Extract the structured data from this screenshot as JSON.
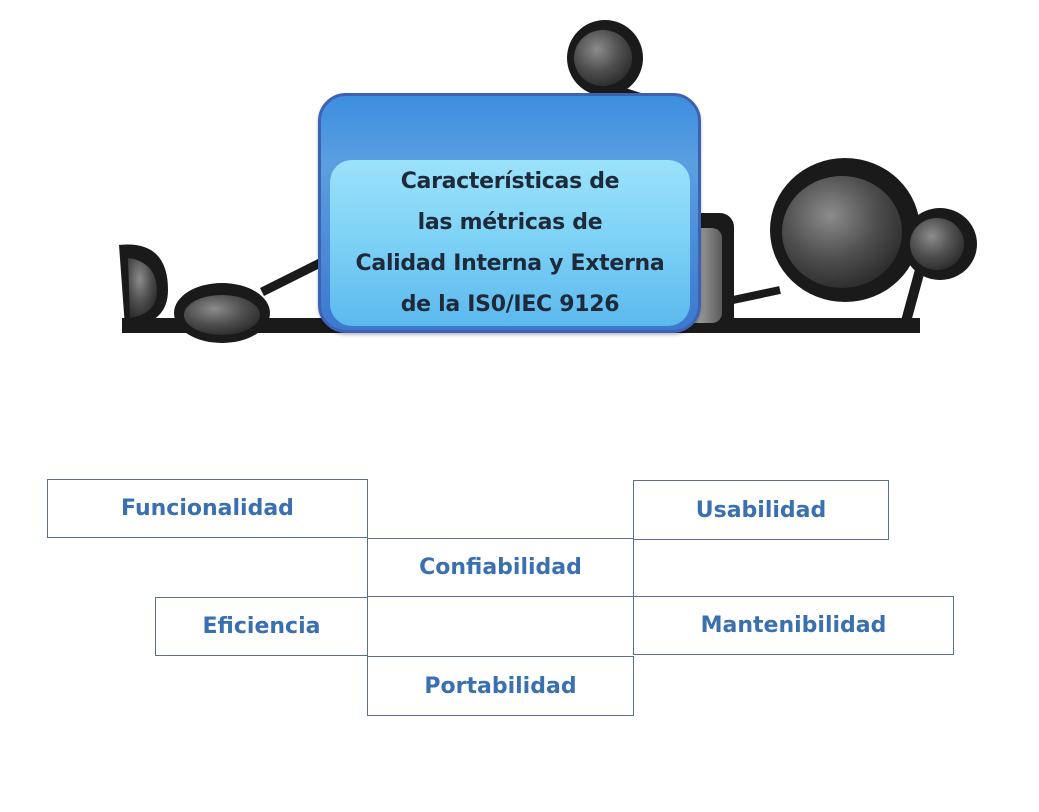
{
  "title": {
    "lines": [
      "Características de",
      "las métricas de",
      "Calidad  Interna y Externa",
      "de la IS0/IEC 9126"
    ]
  },
  "metrics": {
    "funcionalidad": "Funcionalidad",
    "usabilidad": "Usabilidad",
    "confiabilidad": "Confiabilidad",
    "eficiencia": "Eficiencia",
    "mantenibilidad": "Mantenibilidad",
    "portabilidad": "Portabilidad"
  },
  "colors": {
    "title_box_border": "#3f61b4",
    "title_box_fill": "#3d8ee0",
    "title_inner_fill": "#7fd3f6",
    "title_text": "#1e2a3a",
    "metric_text": "#3a6fb0",
    "metric_border": "#5a6e8f",
    "illustration_dark": "#1a1a1a",
    "illustration_gray": "#6a6a6a"
  }
}
